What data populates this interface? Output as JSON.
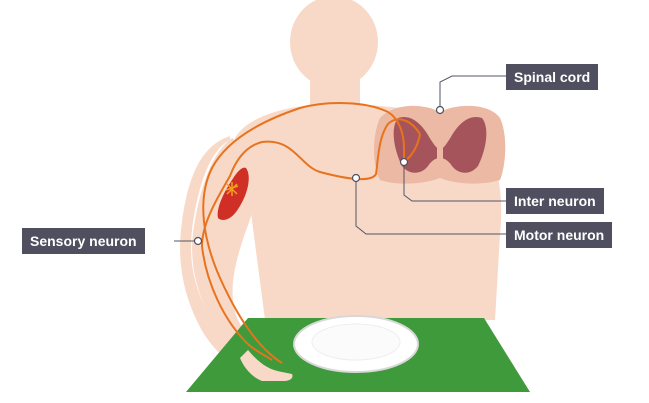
{
  "labels": {
    "spinal_cord": "Spinal cord",
    "inter_neuron": "Inter neuron",
    "motor_neuron": "Motor neuron",
    "sensory_neuron": "Sensory neuron"
  },
  "colors": {
    "skin": "#f8d9c8",
    "spinal_cord_outer": "#ebb9a4",
    "grey_matter": "#a5545c",
    "neuron": "#e8731e",
    "muscle": "#cf2f25",
    "table": "#3f9a3c",
    "label_bg": "#4f4f60"
  }
}
